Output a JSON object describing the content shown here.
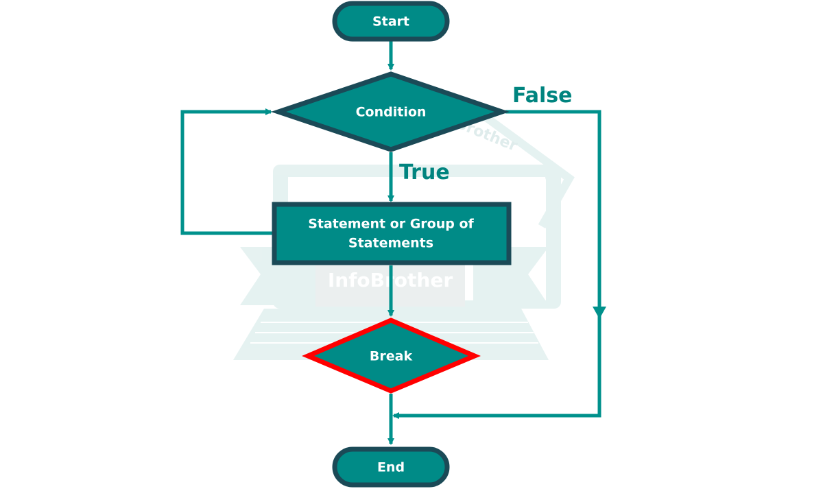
{
  "colors": {
    "fill": "#008B87",
    "border": "#1B4A57",
    "line": "#00918C",
    "break_border": "#FF0000",
    "watermark": "#E3F1F0"
  },
  "watermark": {
    "text": "InfoBrother",
    "arc_text": "Brother"
  },
  "nodes": {
    "start": "Start",
    "condition": "Condition",
    "statement_line1": "Statement or Group of",
    "statement_line2": "Statements",
    "break": "Break",
    "end": "End"
  },
  "edges": {
    "true_label": "True",
    "false_label": "False"
  }
}
